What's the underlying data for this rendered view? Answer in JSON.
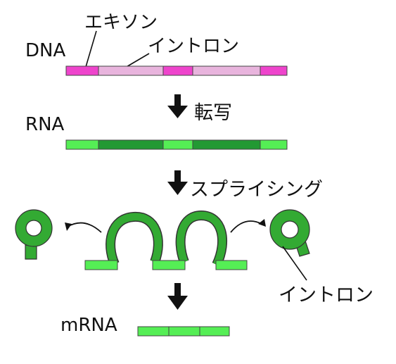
{
  "labels": {
    "dna": "DNA",
    "exon": "エキソン",
    "intron_top": "イントロン",
    "rna": "RNA",
    "transcription": "転写",
    "splicing": "スプライシング",
    "intron_bottom": "イントロン",
    "mrna": "mRNA"
  },
  "colors": {
    "exon_dna": "#ee44cc",
    "intron_dna": "#e8b4dd",
    "exon_rna": "#55ee55",
    "intron_rna": "#229933",
    "intron_loop": "#33aa33",
    "outline": "#333333",
    "arrow": "#111111"
  }
}
